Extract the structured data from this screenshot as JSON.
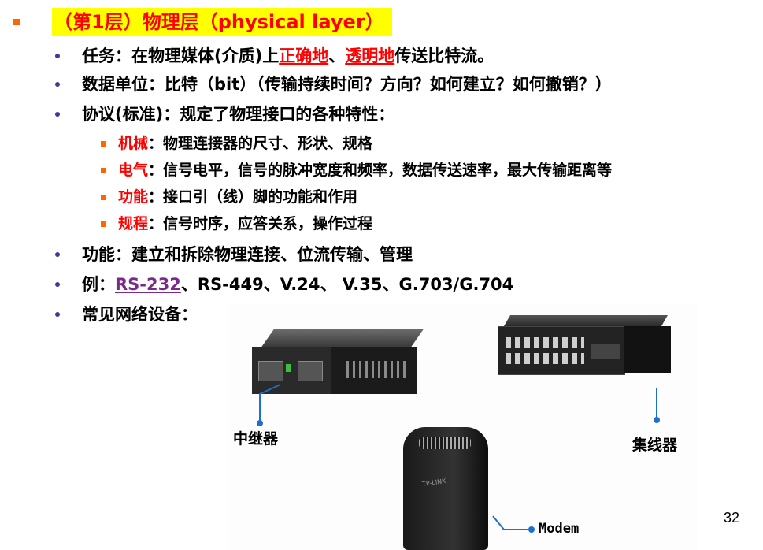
{
  "slide": {
    "title": "（第1层）物理层（physical layer）",
    "page_number": "32",
    "bullets": [
      {
        "label": "任务：在物理媒体(介质)上",
        "hl1": "正确地",
        "sep": "、",
        "hl2": "透明地",
        "rest": "传送比特流。"
      },
      {
        "label": "数据单位：比特（bit）（传输持续时间？方向？如何建立？如何撤销？）"
      },
      {
        "label": "协议(标准)：规定了物理接口的各种特性："
      },
      {
        "label": "功能：建立和拆除物理连接、位流传输、管理"
      },
      {
        "prefix": "例：",
        "link": "RS-232",
        "rest": "、RS-449、V.24、 V.35、G.703/G.704"
      },
      {
        "label": "常见网络设备："
      }
    ],
    "sub_bullets": [
      {
        "term": "机械",
        "desc": "：物理连接器的尺寸、形状、规格"
      },
      {
        "term": "电气",
        "desc": "：信号电平，信号的脉冲宽度和频率，数据传送速率，最大传输距离等"
      },
      {
        "term": "功能",
        "desc": "：接口引（线）脚的功能和作用"
      },
      {
        "term": "规程",
        "desc": "：信号时序，应答关系，操作过程"
      }
    ],
    "devices": {
      "repeater": "中继器",
      "hub": "集线器",
      "modem": "Modem",
      "modem_logo": "TP-LINK"
    },
    "colors": {
      "title_bg": "#ffff00",
      "title_text": "#ff0000",
      "term": "#ff0000",
      "link": "#7a2a8a",
      "bullet": "#3b3b9a",
      "square": "#ff6600"
    }
  }
}
